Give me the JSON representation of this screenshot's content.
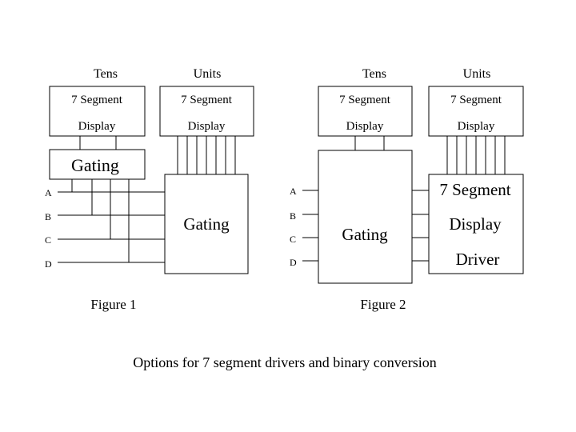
{
  "figure1": {
    "tens_label": "Tens",
    "units_label": "Units",
    "tens_display": {
      "line1": "7 Segment",
      "line2": "Display"
    },
    "units_display": {
      "line1": "7 Segment",
      "line2": "Display"
    },
    "tens_gating_label": "Gating",
    "units_gating_label": "Gating",
    "inputs": [
      "A",
      "B",
      "C",
      "D"
    ],
    "caption": "Figure 1"
  },
  "figure2": {
    "tens_label": "Tens",
    "units_label": "Units",
    "tens_display": {
      "line1": "7 Segment",
      "line2": "Display"
    },
    "units_display": {
      "line1": "7 Segment",
      "line2": "Display"
    },
    "gating_label": "Gating",
    "driver": {
      "line1": "7 Segment",
      "line2": "Display",
      "line3": "Driver"
    },
    "inputs": [
      "A",
      "B",
      "C",
      "D"
    ],
    "caption": "Figure 2"
  },
  "main_caption": "Options for 7 segment drivers and binary conversion"
}
